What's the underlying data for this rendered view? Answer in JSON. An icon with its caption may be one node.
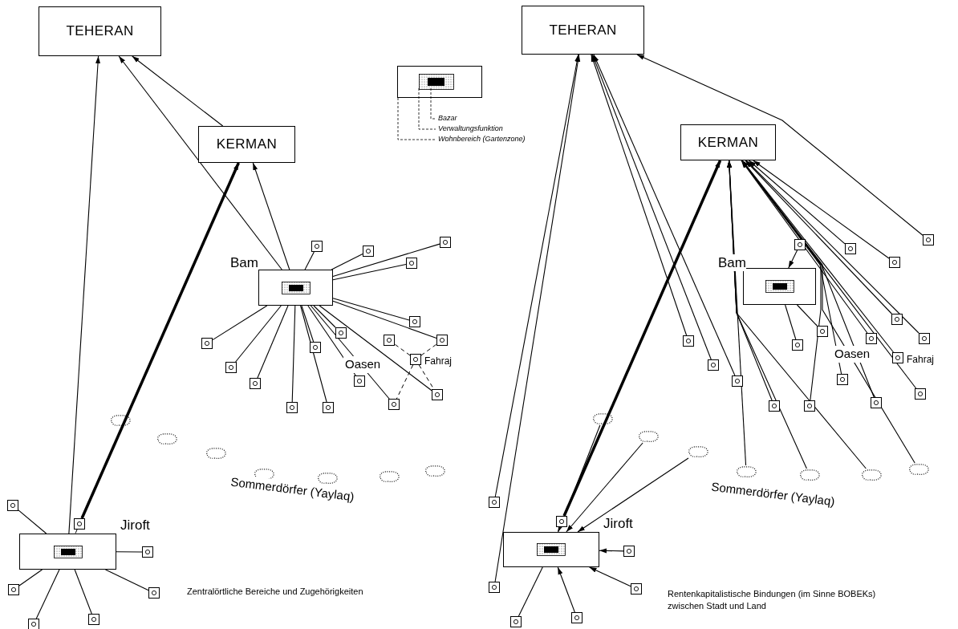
{
  "diagram": {
    "nodes": [
      {
        "text": [
          "TEHERAN"
        ]
      },
      {
        "text": [
          "KERMAN"
        ]
      },
      {
        "text": [
          "Bam"
        ]
      },
      {
        "text": [
          "Jiroft"
        ]
      },
      {
        "text": [],
        "shape": "box"
      },
      {
        "text": [],
        "shape": "box"
      },
      {
        "text": [],
        "shape": "box"
      },
      {
        "text": [],
        "shape": "box"
      },
      {
        "text": [],
        "shape": "box"
      },
      {
        "text": [],
        "shape": "box"
      },
      {
        "text": [],
        "shape": "box"
      },
      {
        "text": [],
        "shape": "box"
      },
      {
        "text": [],
        "shape": "box"
      },
      {
        "text": [],
        "shape": "box"
      },
      {
        "text": [
          "Fahraj"
        ]
      },
      {
        "text": [],
        "shape": "box"
      },
      {
        "text": [],
        "shape": "box"
      },
      {
        "text": [],
        "shape": "box"
      },
      {
        "text": [],
        "shape": "box"
      },
      {
        "text": [],
        "shape": "box"
      },
      {
        "text": [],
        "shape": "box"
      },
      {
        "text": [],
        "shape": "box"
      },
      {
        "text": [],
        "shape": "cloud"
      },
      {
        "text": [],
        "shape": "cloud"
      },
      {
        "text": [],
        "shape": "cloud"
      },
      {
        "text": [],
        "shape": "cloud"
      },
      {
        "text": [],
        "shape": "cloud"
      },
      {
        "text": [],
        "shape": "cloud"
      },
      {
        "text": [],
        "shape": "cloud"
      },
      {
        "text": [],
        "shape": "box"
      },
      {
        "text": [],
        "shape": "box"
      },
      {
        "text": [],
        "shape": "box"
      },
      {
        "text": [],
        "shape": "box"
      },
      {
        "text": [],
        "shape": "box"
      },
      {
        "text": [],
        "shape": "box"
      },
      {
        "text": [],
        "shape": "box"
      },
      {
        "text": [
          "TEHERAN"
        ]
      },
      {
        "text": [
          "KERMAN"
        ]
      },
      {
        "text": [
          "Bam"
        ]
      },
      {
        "text": [
          "Jiroft"
        ]
      },
      {
        "text": [],
        "shape": "box"
      },
      {
        "text": [],
        "shape": "box"
      },
      {
        "text": [],
        "shape": "box"
      },
      {
        "text": [],
        "shape": "box"
      },
      {
        "text": [],
        "shape": "box"
      },
      {
        "text": [],
        "shape": "box"
      },
      {
        "text": [],
        "shape": "box"
      },
      {
        "text": [],
        "shape": "box"
      },
      {
        "text": [],
        "shape": "box"
      },
      {
        "text": [],
        "shape": "box"
      },
      {
        "text": [
          "Fahraj"
        ]
      },
      {
        "text": [],
        "shape": "box"
      },
      {
        "text": [],
        "shape": "box"
      },
      {
        "text": [],
        "shape": "box"
      },
      {
        "text": [],
        "shape": "box"
      },
      {
        "text": [],
        "shape": "box"
      },
      {
        "text": [],
        "shape": "box"
      },
      {
        "text": [],
        "shape": "box"
      },
      {
        "text": [],
        "shape": "cloud"
      },
      {
        "text": [],
        "shape": "cloud"
      },
      {
        "text": [],
        "shape": "cloud"
      },
      {
        "text": [],
        "shape": "cloud"
      },
      {
        "text": [],
        "shape": "cloud"
      },
      {
        "text": [],
        "shape": "cloud"
      },
      {
        "text": [],
        "shape": "cloud"
      },
      {
        "text": [],
        "shape": "box"
      },
      {
        "text": [],
        "shape": "box"
      },
      {
        "text": [],
        "shape": "box"
      },
      {
        "text": [],
        "shape": "box"
      },
      {
        "text": [],
        "shape": "box"
      },
      {
        "text": [],
        "shape": "box"
      },
      {
        "text": [],
        "shape": "box"
      }
    ],
    "edges": [
      {
        "from": 3,
        "to": 0,
        "arrow": "to"
      },
      {
        "from": 2,
        "to": 0,
        "arrow": "to"
      },
      {
        "from": 1,
        "to": 0,
        "arrow": "to"
      },
      {
        "from": 2,
        "to": 1,
        "arrow": "to"
      },
      {
        "from": 30,
        "to": 1,
        "arrow": "to",
        "style": "thick"
      },
      {
        "from": 30,
        "to": 3,
        "arrow": "none",
        "style": "dashed"
      },
      {
        "from": 2,
        "to": 4,
        "arrow": "none"
      },
      {
        "from": 2,
        "to": 5,
        "arrow": "none"
      },
      {
        "from": 2,
        "to": 6,
        "arrow": "none"
      },
      {
        "from": 2,
        "to": 7,
        "arrow": "none"
      },
      {
        "from": 2,
        "to": 8,
        "arrow": "none"
      },
      {
        "from": 2,
        "to": 9,
        "arrow": "none"
      },
      {
        "from": 2,
        "to": 10,
        "arrow": "none"
      },
      {
        "from": 2,
        "to": 12,
        "arrow": "none"
      },
      {
        "from": 2,
        "to": 13,
        "arrow": "none"
      },
      {
        "from": 2,
        "to": 15,
        "arrow": "none"
      },
      {
        "from": 2,
        "to": 16,
        "arrow": "none"
      },
      {
        "from": 2,
        "to": 17,
        "arrow": "none"
      },
      {
        "from": 2,
        "to": 18,
        "arrow": "none"
      },
      {
        "from": 2,
        "to": 19,
        "arrow": "none"
      },
      {
        "from": 2,
        "to": 20,
        "arrow": "none"
      },
      {
        "from": 2,
        "to": 21,
        "arrow": "none"
      },
      {
        "from": 14,
        "to": 11,
        "arrow": "none",
        "style": "dashed"
      },
      {
        "from": 14,
        "to": 10,
        "arrow": "none",
        "style": "dashed"
      },
      {
        "from": 14,
        "to": 19,
        "arrow": "none",
        "style": "dashed"
      },
      {
        "from": 14,
        "to": 18,
        "arrow": "none",
        "style": "dashed"
      },
      {
        "from": 3,
        "to": 29,
        "arrow": "none"
      },
      {
        "from": 3,
        "to": 31,
        "arrow": "none"
      },
      {
        "from": 3,
        "to": 32,
        "arrow": "none"
      },
      {
        "from": 3,
        "to": 33,
        "arrow": "none"
      },
      {
        "from": 3,
        "to": 34,
        "arrow": "none"
      },
      {
        "from": 3,
        "to": 35,
        "arrow": "none"
      },
      {
        "from": 65,
        "to": 36,
        "arrow": "to"
      },
      {
        "from": 68,
        "to": 36,
        "arrow": "to"
      },
      {
        "from": 48,
        "to": 36,
        "arrow": "to"
      },
      {
        "from": 51,
        "to": 36,
        "arrow": "to"
      },
      {
        "from": 53,
        "to": 36,
        "arrow": "to"
      },
      {
        "from": 40,
        "to": 36,
        "arrow": "to"
      },
      {
        "from": 66,
        "to": 37,
        "arrow": "to",
        "style": "thick"
      },
      {
        "from": 66,
        "to": 39,
        "arrow": "none",
        "style": "dashed"
      },
      {
        "from": 58,
        "to": 39,
        "arrow": "to"
      },
      {
        "from": 59,
        "to": 39,
        "arrow": "to"
      },
      {
        "from": 60,
        "to": 39,
        "arrow": "to"
      },
      {
        "from": 67,
        "to": 39,
        "arrow": "to"
      },
      {
        "from": 69,
        "to": 39,
        "arrow": "to"
      },
      {
        "from": 70,
        "to": 39,
        "arrow": "to"
      },
      {
        "from": 71,
        "to": 39,
        "arrow": "none"
      },
      {
        "from": 41,
        "to": 38,
        "arrow": "to"
      },
      {
        "from": 45,
        "to": 38,
        "arrow": "none"
      },
      {
        "from": 49,
        "to": 38,
        "arrow": "none"
      },
      {
        "from": 42,
        "to": 37,
        "arrow": "to"
      },
      {
        "from": 43,
        "to": 37,
        "arrow": "to"
      },
      {
        "from": 44,
        "to": 37,
        "arrow": "to"
      },
      {
        "from": 46,
        "to": 37,
        "arrow": "to"
      },
      {
        "from": 47,
        "to": 37,
        "arrow": "to"
      },
      {
        "from": 50,
        "to": 37,
        "arrow": "to"
      },
      {
        "from": 52,
        "to": 37,
        "arrow": "to"
      },
      {
        "from": 54,
        "to": 37,
        "arrow": "to"
      },
      {
        "from": 55,
        "to": 37,
        "arrow": "to"
      },
      {
        "from": 56,
        "to": 37,
        "arrow": "to"
      },
      {
        "from": 57,
        "to": 37,
        "arrow": "to"
      },
      {
        "from": 61,
        "to": 37,
        "arrow": "to"
      },
      {
        "from": 62,
        "to": 37,
        "arrow": "to"
      },
      {
        "from": 63,
        "to": 37,
        "arrow": "to"
      },
      {
        "from": 64,
        "to": 37,
        "arrow": "to"
      }
    ],
    "labels": [
      "Oasen",
      "Sommerdörfer (Yaylaq)",
      "Zentralörtliche Bereiche und Zugehörigkeiten",
      "Oasen",
      "Sommerdörfer (Yaylaq)",
      "Rentenkapitalistische Bindungen (im Sinne BOBEKs) zwischen Stadt und Land"
    ],
    "legend": [
      {
        "text": "Bazar"
      },
      {
        "text": "Verwaltungsfunktion"
      },
      {
        "text": "Wohnbereich (Gartenzone)"
      }
    ]
  }
}
